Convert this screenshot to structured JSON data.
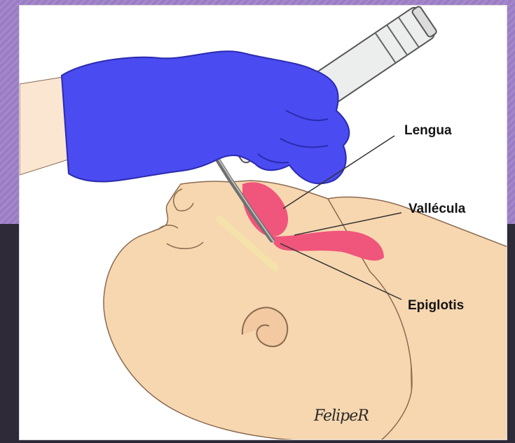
{
  "labels": {
    "tongue": "Lengua",
    "vallecula": "Vallécula",
    "epiglottis": "Epiglotis"
  },
  "signature": "FelipeR",
  "colors": {
    "background_top": "#9a7cc4",
    "background_bottom": "#2e2a38",
    "glove": "#4a4bf0",
    "skin": "#f7d7b0",
    "airway": "#f0557c"
  }
}
